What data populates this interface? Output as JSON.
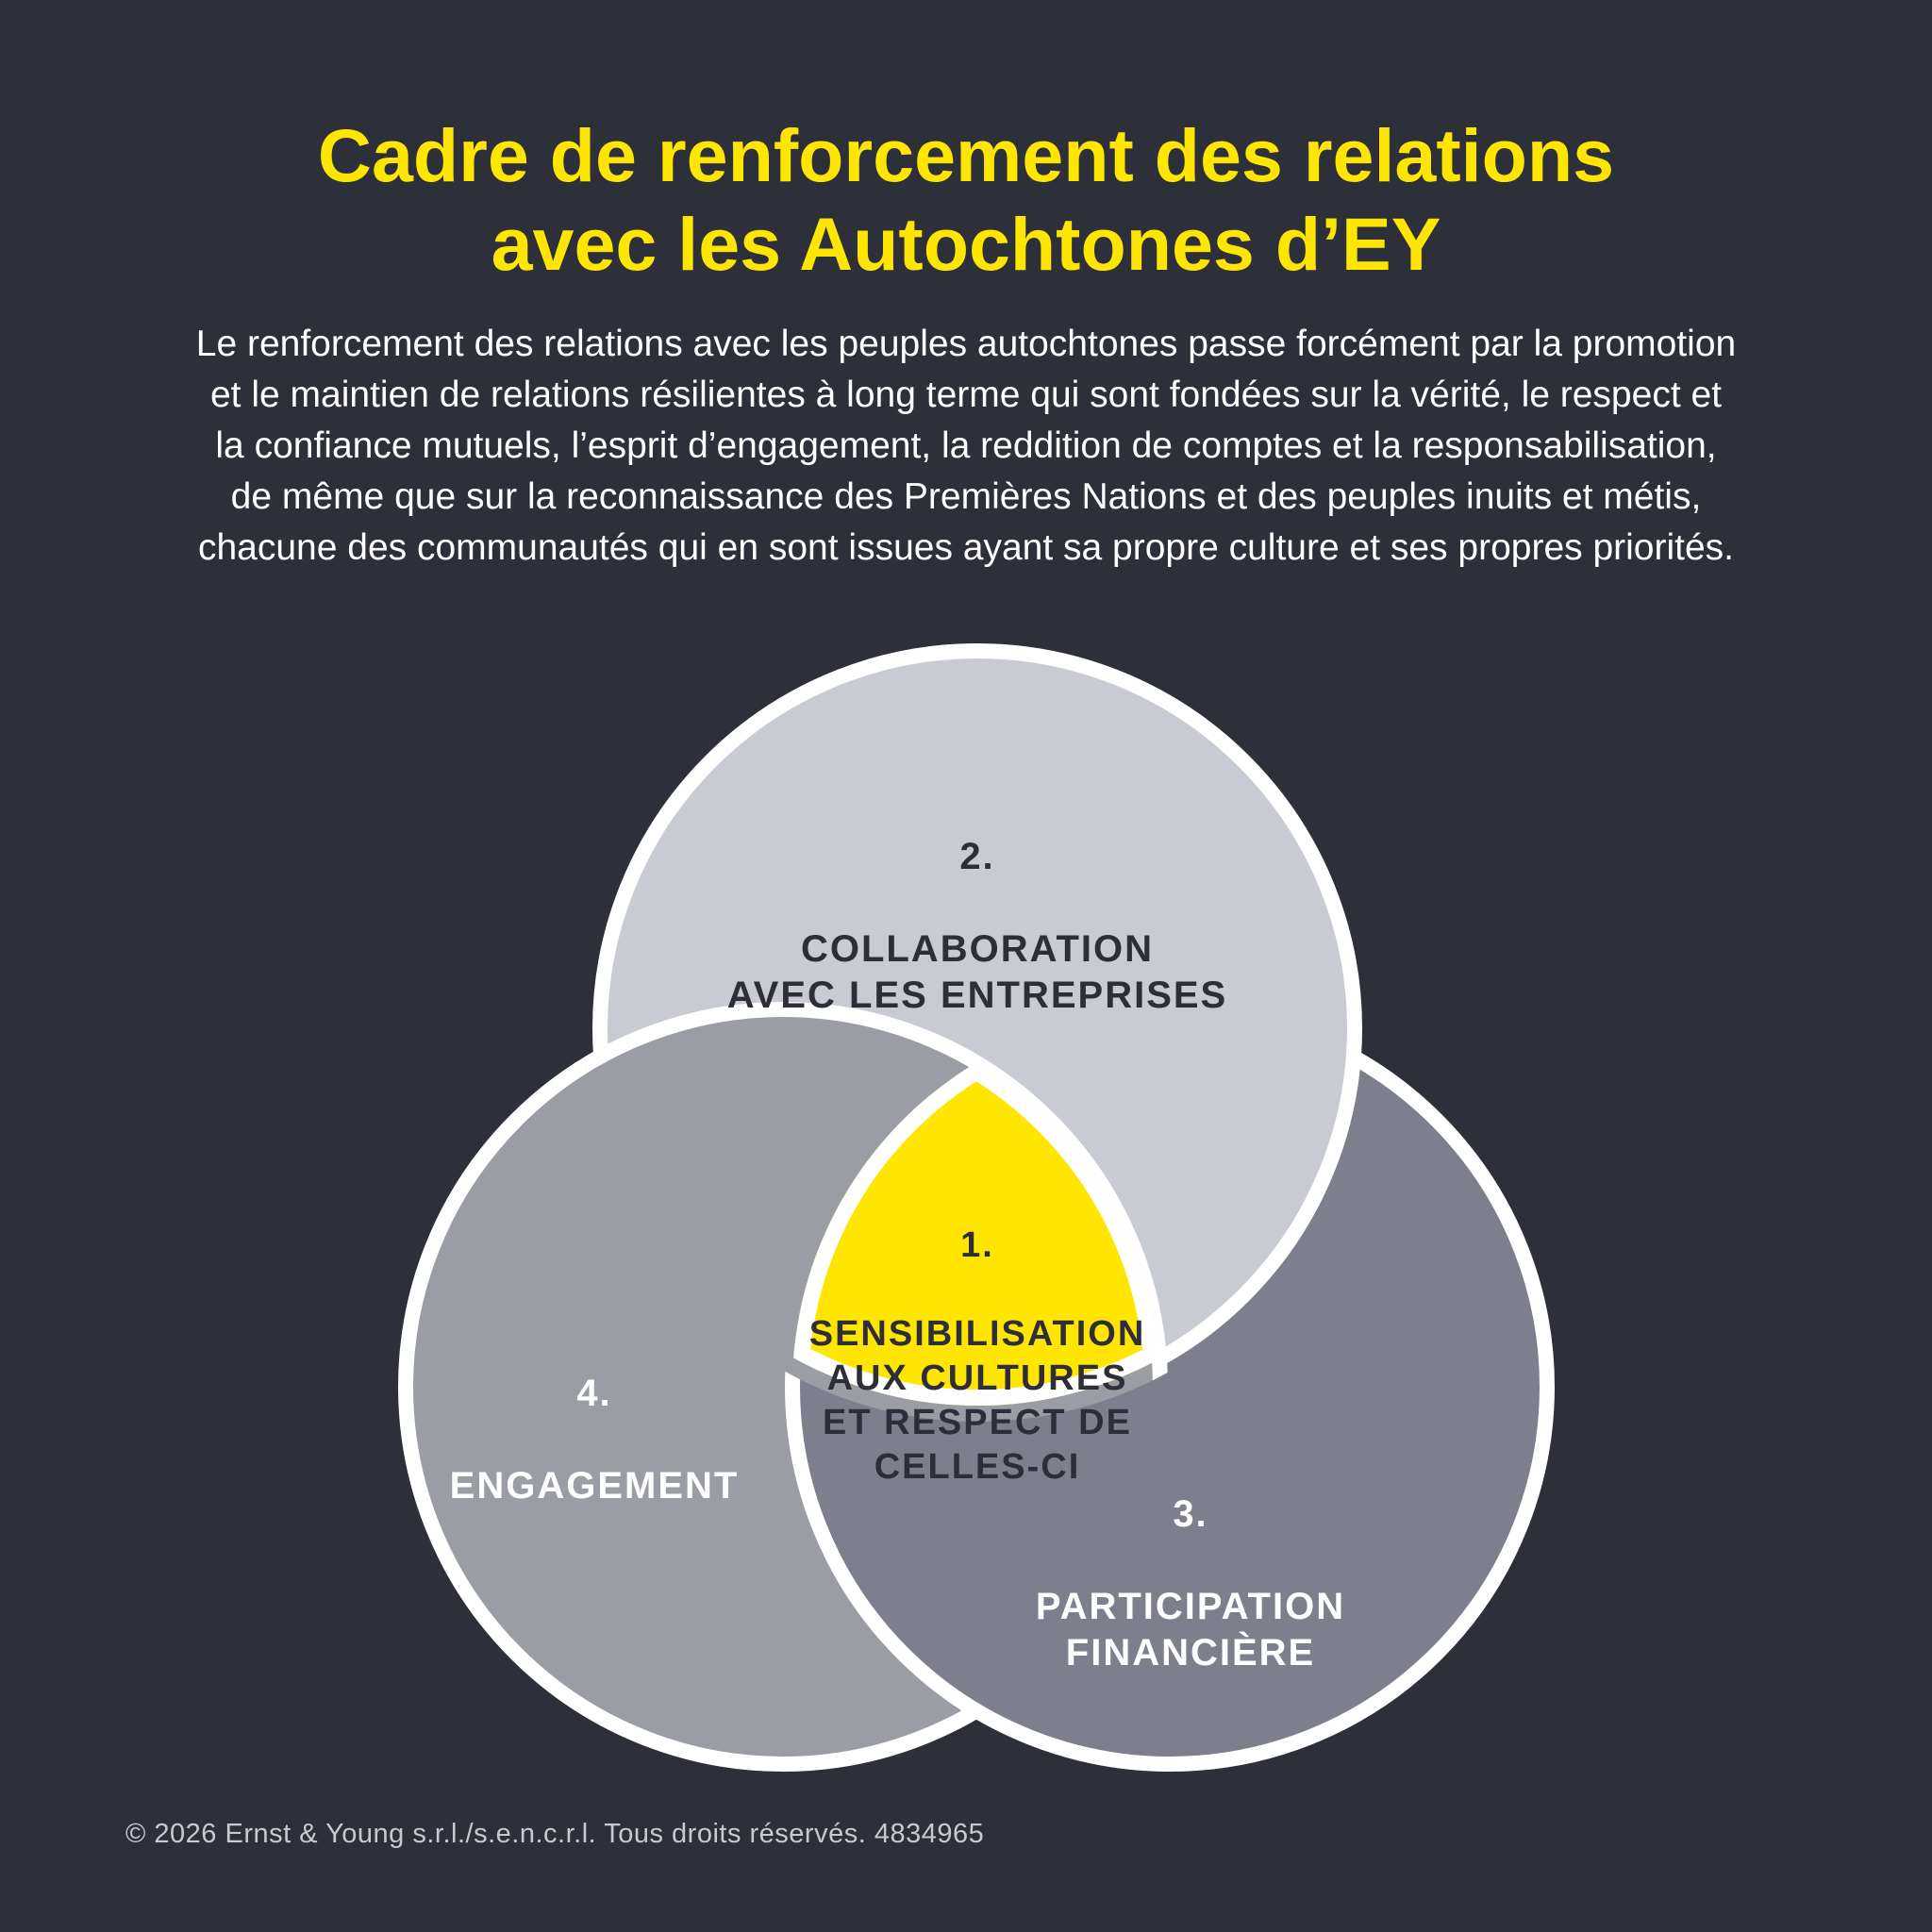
{
  "page": {
    "background_color": "#2d2f39"
  },
  "title": {
    "text": "Cadre de renforcement des relations\navec les Autochtones d’EY",
    "color": "#ffe600"
  },
  "intro": {
    "text": "Le renforcement des relations avec les peuples autochtones passe forcément par la promotion\net le maintien de relations résilientes à long terme qui sont fondées sur la vérité, le respect et\nla confiance mutuels, l’esprit d’engagement, la reddition de comptes et la responsabilisation,\nde même que  sur la reconnaissance des Premières Nations et des peuples inuits et métis,\nchacune des communautés qui en sont issues ayant sa propre culture et ses propres priorités.",
    "color": "#ffffff"
  },
  "diagram": {
    "border_color": "#ffffff",
    "circles": {
      "top": {
        "number": "2.",
        "label": "COLLABORATION\nAVEC LES ENTREPRISES",
        "fill": "#c9cbd2",
        "text_color": "#2e2e38"
      },
      "left": {
        "number": "4.",
        "label": "ENGAGEMENT",
        "fill": "#9b9da5",
        "text_color": "#ffffff"
      },
      "right": {
        "number": "3.",
        "label": "PARTICIPATION\nFINANCIÈRE",
        "fill": "#7d808c",
        "text_color": "#ffffff"
      },
      "center": {
        "number": "1.",
        "label": "SENSIBILISATION\nAUX CULTURES\nET RESPECT DE\nCELLES-CI",
        "fill": "#ffe600",
        "text_color": "#2e2e38"
      }
    }
  },
  "footer": {
    "text": "© 2026 Ernst & Young s.r.l./s.e.n.c.r.l. Tous droits réservés. 4834965",
    "color": "#c9c9d0"
  }
}
